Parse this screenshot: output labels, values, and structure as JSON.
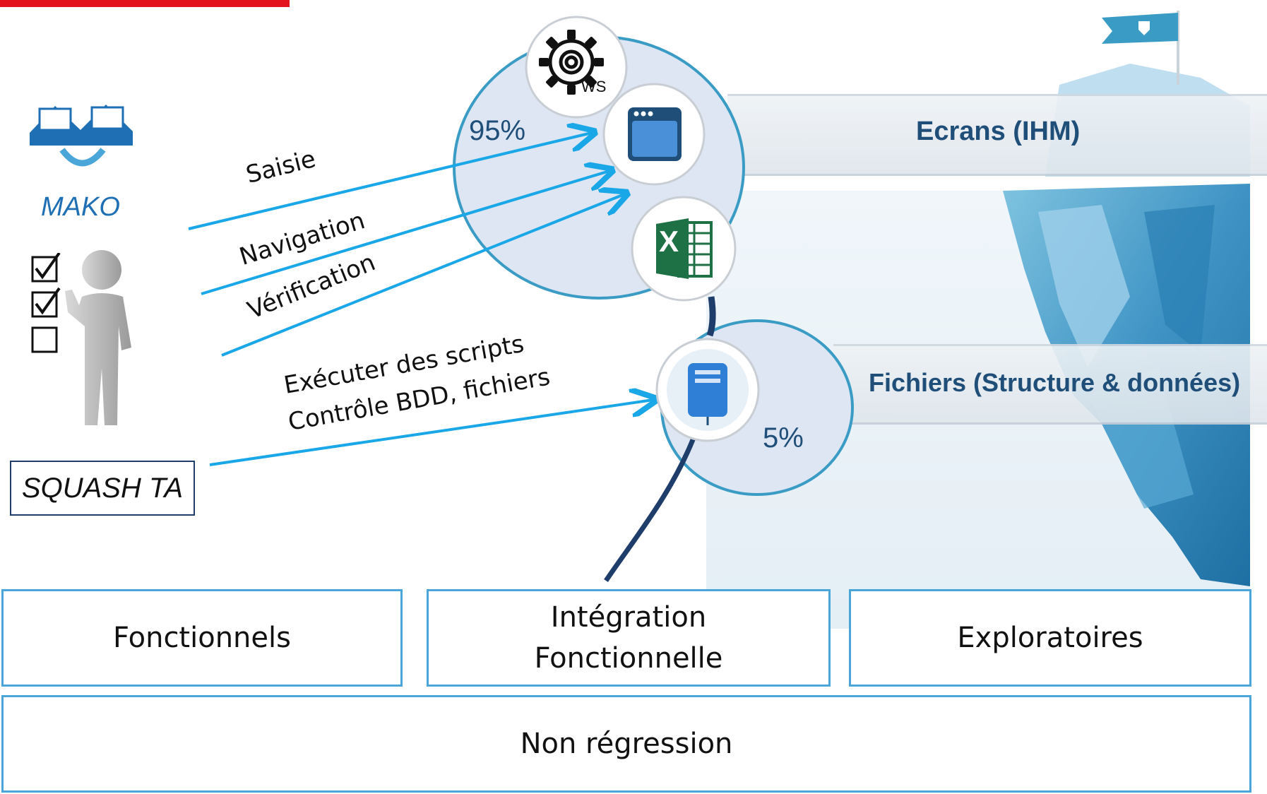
{
  "tools": {
    "mako_label": "MAKO",
    "squash_label": "SQUASH TA"
  },
  "actions": {
    "saisie": "Saisie",
    "navigation": "Navigation",
    "verification": "Vérification",
    "scripts_line1": "Exécuter des scripts",
    "scripts_line2": "Contrôle BDD, fichiers"
  },
  "circles": {
    "top_percent": "95%",
    "bottom_percent": "5%",
    "ws_label": "WS",
    "excel_letter": "X"
  },
  "layers": {
    "screens": "Ecrans (IHM)",
    "files": "Fichiers (Structure & données)"
  },
  "tests": {
    "fonctionnels": "Fonctionnels",
    "integration_line1": "Intégration",
    "integration_line2": "Fonctionnelle",
    "exploratoires": "Exploratoires",
    "non_regression": "Non régression"
  },
  "colors": {
    "accent_red": "#e3141b",
    "arrow_blue": "#1aa7e8",
    "label_navy": "#1f4e79",
    "box_border": "#4aa6d8",
    "circle_fill": "#dde6f2",
    "circle_border": "#3a9cc4"
  },
  "icons": [
    "gear-icon",
    "app-window-icon",
    "excel-icon",
    "server-icon",
    "flag-icon",
    "checklist-icon",
    "person-icon",
    "mako-logo-icon"
  ]
}
